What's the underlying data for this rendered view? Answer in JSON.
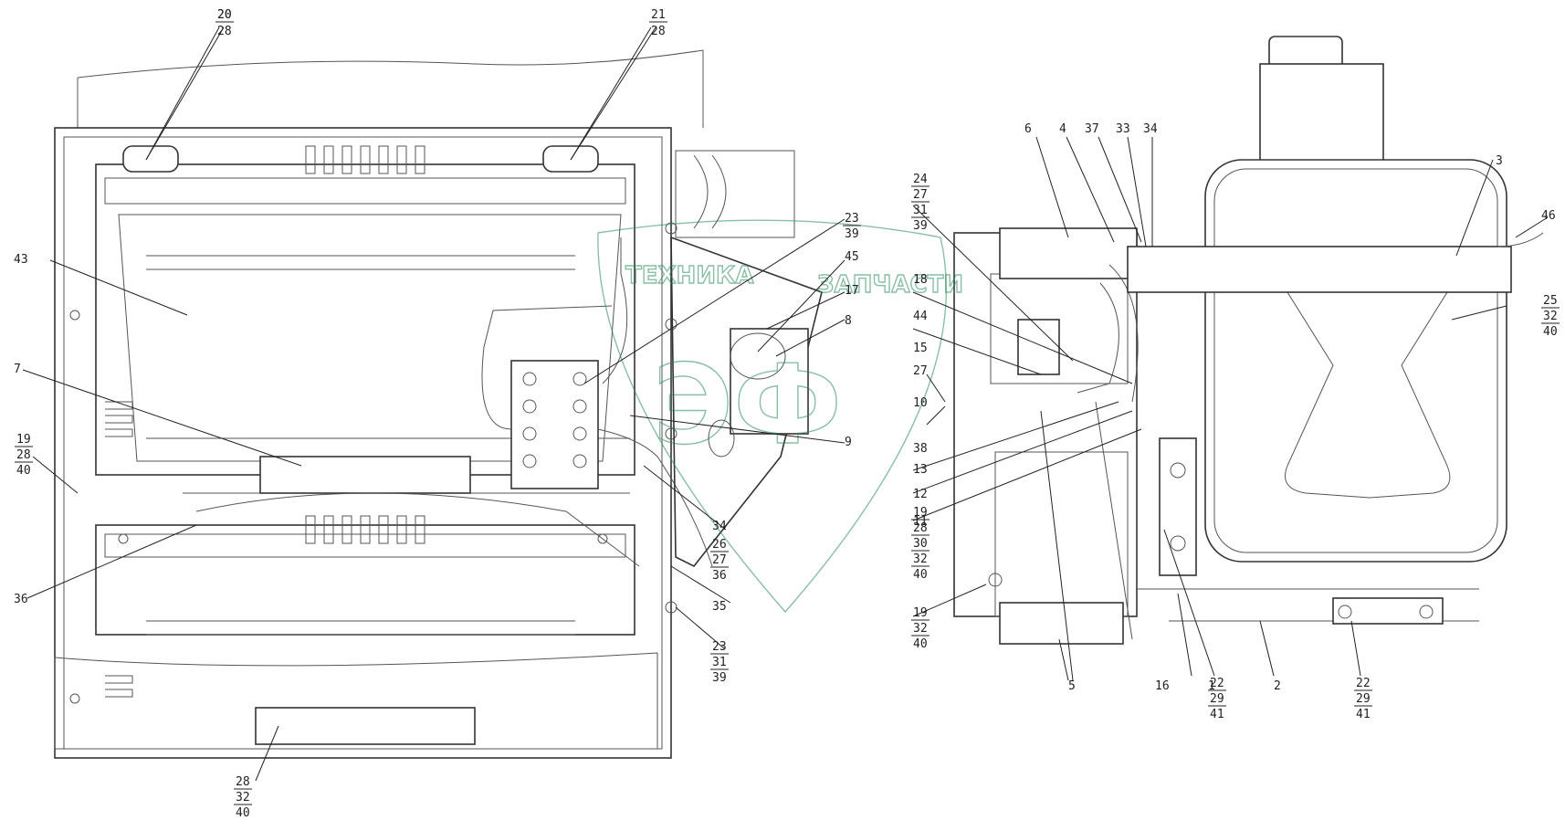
{
  "watermark": {
    "line1": "ТЕХНИКА",
    "line2": "ЗАПЧАСТИ",
    "emblem": "ЭФ"
  },
  "callouts": {
    "c1": "1",
    "c2": "2",
    "c3": "3",
    "c4": "4",
    "c5": "5",
    "c6": "6",
    "c7": "7",
    "c8": "8",
    "c9": "9",
    "c10": "10",
    "c11": "11",
    "c12": "12",
    "c13": "13",
    "c15": "15",
    "c16": "16",
    "c17": "17",
    "c18": "18",
    "c20": "20",
    "c21": "21",
    "c33": "33",
    "c34": "34",
    "c35": "35",
    "c36": "36",
    "c37": "37",
    "c38": "38",
    "c43": "43",
    "c44": "44",
    "c45": "45",
    "c46": "46",
    "c27b": "27"
  },
  "stacks": {
    "s20": [
      "20",
      "28"
    ],
    "s21": [
      "21",
      "28"
    ],
    "s23a": [
      "23",
      "39"
    ],
    "s24": [
      "24",
      "27",
      "31",
      "39"
    ],
    "s25": [
      "25",
      "32",
      "40"
    ],
    "s19a": [
      "19",
      "28",
      "40"
    ],
    "s19b": [
      "19",
      "28",
      "30",
      "32",
      "40"
    ],
    "s19c": [
      "19",
      "32",
      "40"
    ],
    "s34b": [
      "34",
      "26",
      "27",
      "36"
    ],
    "s23b": [
      "23",
      "31",
      "39"
    ],
    "s28": [
      "28",
      "32",
      "40"
    ],
    "s22a": [
      "22",
      "29",
      "41"
    ],
    "s22b": [
      "22",
      "29",
      "41"
    ]
  }
}
